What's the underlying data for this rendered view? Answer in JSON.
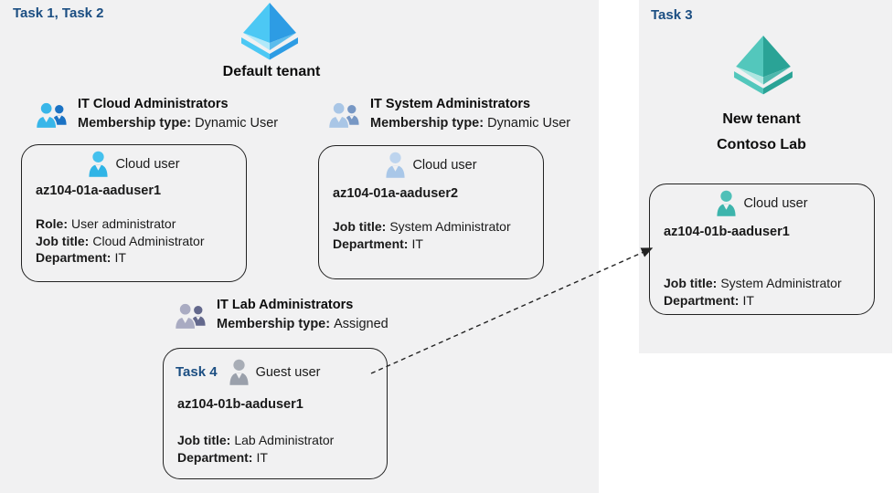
{
  "colors": {
    "panel-bg": "#f1f1f2",
    "task-blue": "#1b4e82",
    "box-border": "#222222",
    "arrow": "#222222",
    "azure-light": "#4cc8f4",
    "azure-dark": "#2d9ce4",
    "azure-pale": "#b0e9fa",
    "azure-mid": "#5bbcec",
    "teal-light": "#53c7bc",
    "teal-dark": "#2aa396",
    "teal-pale": "#aee6e0",
    "teal-mid": "#4fb8ad",
    "user-cyan": "#2fb4e6",
    "user-cyan-head": "#45c1ee",
    "user-pale": "#a9c7e8",
    "user-pale-head": "#bdd4ee",
    "user-gray": "#9aa0ab",
    "user-gray-head": "#a8adb6",
    "user-teal": "#3db4ac",
    "user-teal-head": "#4fc0b8",
    "grp-cloud-front": "#38b6e9",
    "grp-cloud-back": "#1a72c4",
    "grp-sys-front": "#a9c6e6",
    "grp-sys-back": "#7797c4",
    "grp-lab-front": "#a9abc2",
    "grp-lab-back": "#63688c"
  },
  "icons": {
    "default_tenant": "azure-tenant-pyramid-icon",
    "new_tenant": "azure-tenant-pyramid-icon-teal",
    "group": "two-users-icon",
    "user": "person-icon"
  },
  "tasks": {
    "left": "Task 1, Task 2"
  },
  "default_tenant": {
    "title": "Default tenant",
    "groups": [
      {
        "name": "IT Cloud Administrators",
        "membership_label": "Membership type:",
        "membership_value": "Dynamic User"
      },
      {
        "name": "IT System Administrators",
        "membership_label": "Membership type:",
        "membership_value": "Dynamic User"
      },
      {
        "name": "IT Lab Administrators",
        "membership_label": "Membership type:",
        "membership_value": "Assigned"
      }
    ],
    "users": [
      {
        "type_label": "Cloud user",
        "name": "az104-01a-aaduser1",
        "attributes": [
          {
            "label": "Role:",
            "value": "User administrator"
          },
          {
            "label": "Job title:",
            "value": "Cloud Administrator"
          },
          {
            "label": "Department:",
            "value": "IT"
          }
        ]
      },
      {
        "type_label": "Cloud user",
        "name": "az104-01a-aaduser2",
        "attributes": [
          {
            "label": "Job title:",
            "value": "System Administrator"
          },
          {
            "label": "Department:",
            "value": "IT"
          }
        ]
      },
      {
        "task_label": "Task 4",
        "type_label": "Guest user",
        "name": "az104-01b-aaduser1",
        "attributes": [
          {
            "label": "Job title:",
            "value": "Lab Administrator"
          },
          {
            "label": "Department:",
            "value": "IT"
          }
        ]
      }
    ]
  },
  "new_tenant": {
    "task_label": "Task 3",
    "title_line1": "New tenant",
    "title_line2": "Contoso Lab",
    "user": {
      "type_label": "Cloud user",
      "name": "az104-01b-aaduser1",
      "attributes": [
        {
          "label": "Job title:",
          "value": "System Administrator"
        },
        {
          "label": "Department:",
          "value": "IT"
        }
      ]
    }
  }
}
